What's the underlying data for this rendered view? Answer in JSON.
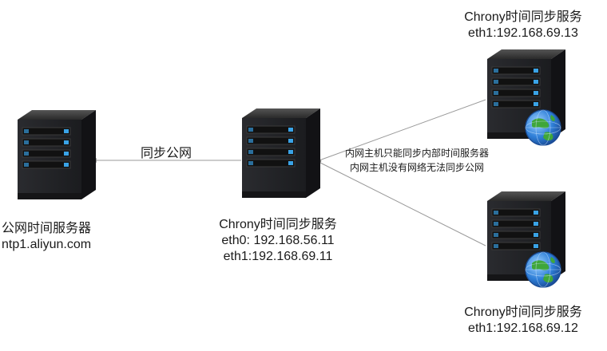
{
  "nodes": {
    "public_ntp": {
      "name": "公网时间服务器",
      "address": "ntp1.aliyun.com",
      "icon": "server-icon"
    },
    "chrony_main": {
      "name": "Chrony时间同步服务",
      "eth0": "eth0: 192.168.56.11",
      "eth1": "eth1:192.168.69.11",
      "icon": "server-icon"
    },
    "chrony_top": {
      "name": "Chrony时间同步服务",
      "eth1": "eth1:192.168.69.13",
      "icon": "server-with-globe-icon"
    },
    "chrony_bottom": {
      "name": "Chrony时间同步服务",
      "eth1": "eth1:192.168.69.12",
      "icon": "server-with-globe-icon"
    }
  },
  "edges": {
    "sync_public": {
      "label": "同步公网"
    },
    "intranet_note": {
      "line1": "内网主机只能同步内部时间服务器",
      "line2": "内网主机没有网络无法同步公网"
    }
  },
  "colors": {
    "server_dark": "#222326",
    "server_side": "#111113",
    "drive_blue": "#3aa3e6",
    "edge_line": "#9a9a9a",
    "globe_blue": "#2f7fd8",
    "globe_green": "#3fa63a"
  }
}
